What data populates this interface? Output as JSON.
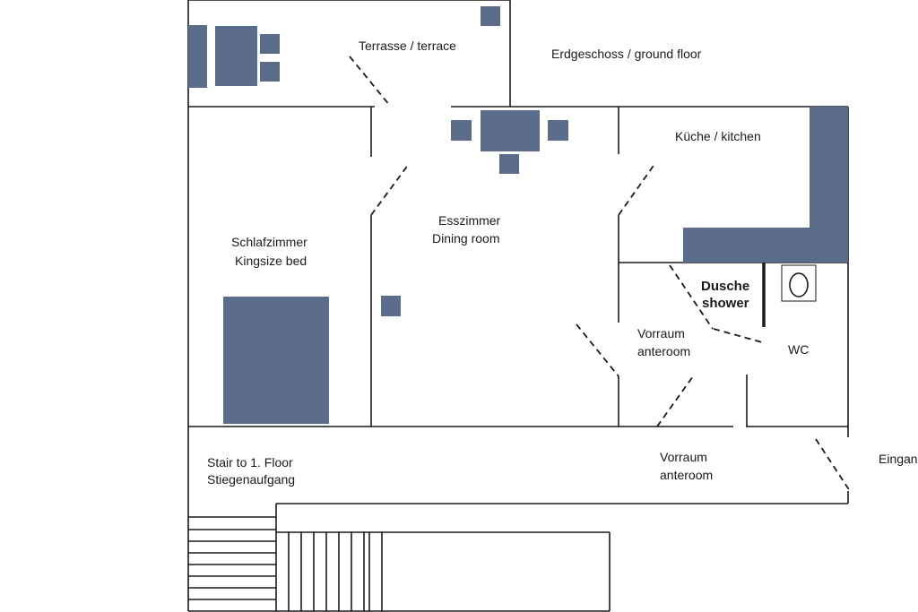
{
  "labels": {
    "terrace": "Terrasse / terrace",
    "floor": "Erdgeschoss / ground floor",
    "kitchen": "Küche / kitchen",
    "dining_de": "Esszimmer",
    "dining_en": "Dining room",
    "bedroom_de": "Schlafzimmer",
    "bedroom_en": "Kingsize bed",
    "shower_de": "Dusche",
    "shower_en": "shower",
    "anteroom1_de": "Vorraum",
    "anteroom1_en": "anteroom",
    "wc": "WC",
    "stair_en": "Stair to 1. Floor",
    "stair_de": "Stiegenaufgang",
    "anteroom2_de": "Vorraum",
    "anteroom2_en": "anteroom",
    "entrance": "Eingang"
  },
  "colors": {
    "furniture": "#5b6b8a",
    "walls": "#1a1a1a"
  }
}
